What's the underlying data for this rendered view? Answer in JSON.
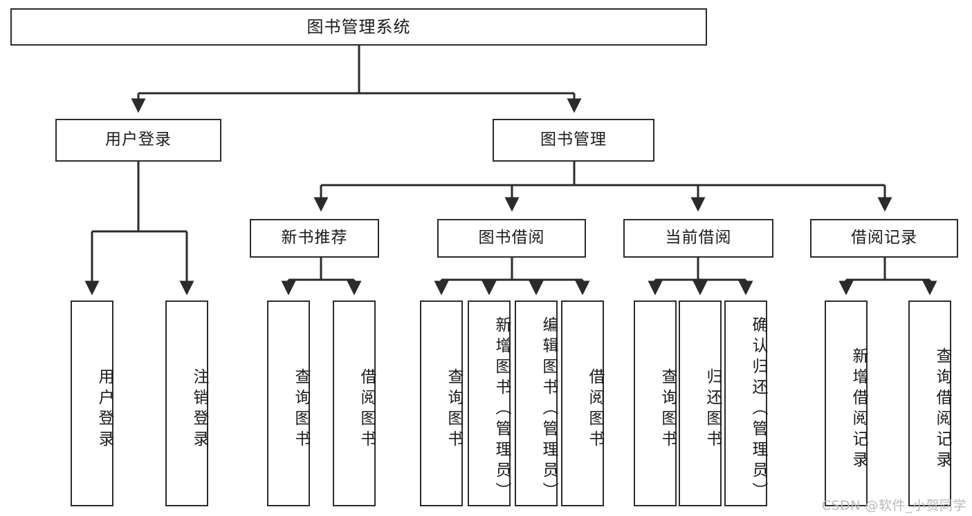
{
  "diagram": {
    "type": "tree-hierarchy-chart",
    "title": "图书管理系统",
    "watermark": "CSDN @软件_小贺同学",
    "colors": {
      "background": "#ffffff",
      "stroke": "#2b2b2b",
      "node_fill": "#ffffff",
      "text": "#1a1a1a",
      "watermark": "#b9b9b9"
    },
    "root": {
      "label": "图书管理系统"
    },
    "level1": [
      {
        "label": "用户登录"
      },
      {
        "label": "图书管理"
      }
    ],
    "level2": [
      {
        "label": "新书推荐"
      },
      {
        "label": "图书借阅"
      },
      {
        "label": "当前借阅"
      },
      {
        "label": "借阅记录"
      }
    ],
    "leaves": {
      "user_login": [
        {
          "label": "用户登录"
        },
        {
          "label": "注销登录"
        }
      ],
      "new_book_recommend": [
        {
          "label": "查询图书"
        },
        {
          "label": "借阅图书"
        }
      ],
      "book_borrow": [
        {
          "label": "查询图书"
        },
        {
          "label": "新增图书（管理员）"
        },
        {
          "label": "编辑图书（管理员）"
        },
        {
          "label": "借阅图书"
        }
      ],
      "current_borrow": [
        {
          "label": "查询图书"
        },
        {
          "label": "归还图书"
        },
        {
          "label": "确认归还（管理员）"
        }
      ],
      "borrow_record": [
        {
          "label": "新增借阅记录"
        },
        {
          "label": "查询借阅记录"
        }
      ]
    }
  }
}
